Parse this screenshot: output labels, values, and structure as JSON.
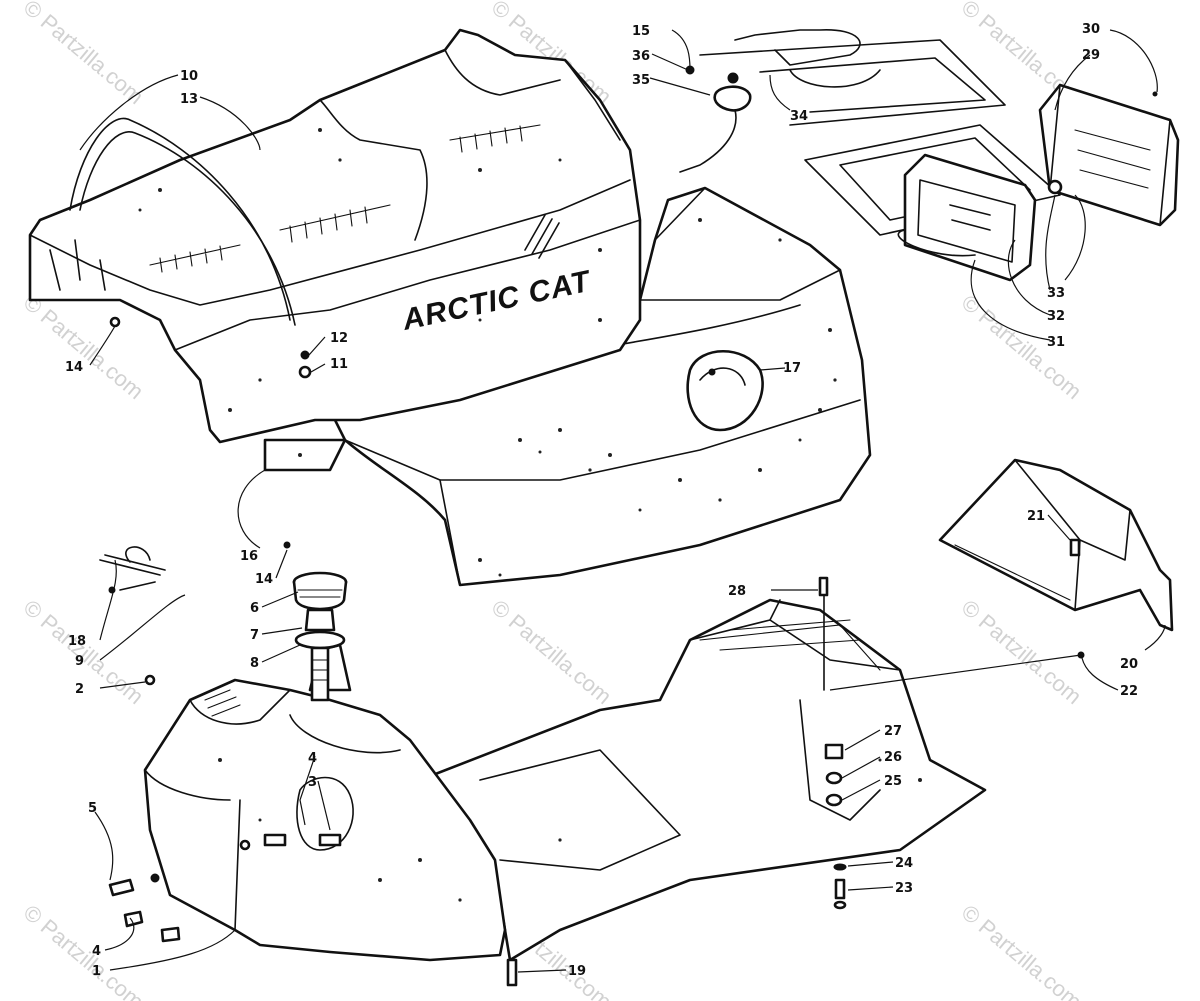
{
  "brand_text": "ARCTIC CAT",
  "watermark_text": "© Partzilla.com",
  "callouts": [
    {
      "id": "1",
      "label": "1"
    },
    {
      "id": "2",
      "label": "2"
    },
    {
      "id": "3",
      "label": "3"
    },
    {
      "id": "4a",
      "label": "4"
    },
    {
      "id": "4b",
      "label": "4"
    },
    {
      "id": "5",
      "label": "5"
    },
    {
      "id": "6",
      "label": "6"
    },
    {
      "id": "7",
      "label": "7"
    },
    {
      "id": "8",
      "label": "8"
    },
    {
      "id": "9",
      "label": "9"
    },
    {
      "id": "10",
      "label": "10"
    },
    {
      "id": "11",
      "label": "11"
    },
    {
      "id": "12",
      "label": "12"
    },
    {
      "id": "13",
      "label": "13"
    },
    {
      "id": "14a",
      "label": "14"
    },
    {
      "id": "14b",
      "label": "14"
    },
    {
      "id": "15",
      "label": "15"
    },
    {
      "id": "16",
      "label": "16"
    },
    {
      "id": "17",
      "label": "17"
    },
    {
      "id": "18",
      "label": "18"
    },
    {
      "id": "19",
      "label": "19"
    },
    {
      "id": "20",
      "label": "20"
    },
    {
      "id": "21",
      "label": "21"
    },
    {
      "id": "22",
      "label": "22"
    },
    {
      "id": "23",
      "label": "23"
    },
    {
      "id": "24",
      "label": "24"
    },
    {
      "id": "25",
      "label": "25"
    },
    {
      "id": "26",
      "label": "26"
    },
    {
      "id": "27",
      "label": "27"
    },
    {
      "id": "28",
      "label": "28"
    },
    {
      "id": "29",
      "label": "29"
    },
    {
      "id": "30",
      "label": "30"
    },
    {
      "id": "31",
      "label": "31"
    },
    {
      "id": "32",
      "label": "32"
    },
    {
      "id": "33",
      "label": "33"
    },
    {
      "id": "34",
      "label": "34"
    },
    {
      "id": "35",
      "label": "35"
    },
    {
      "id": "36",
      "label": "36"
    }
  ]
}
